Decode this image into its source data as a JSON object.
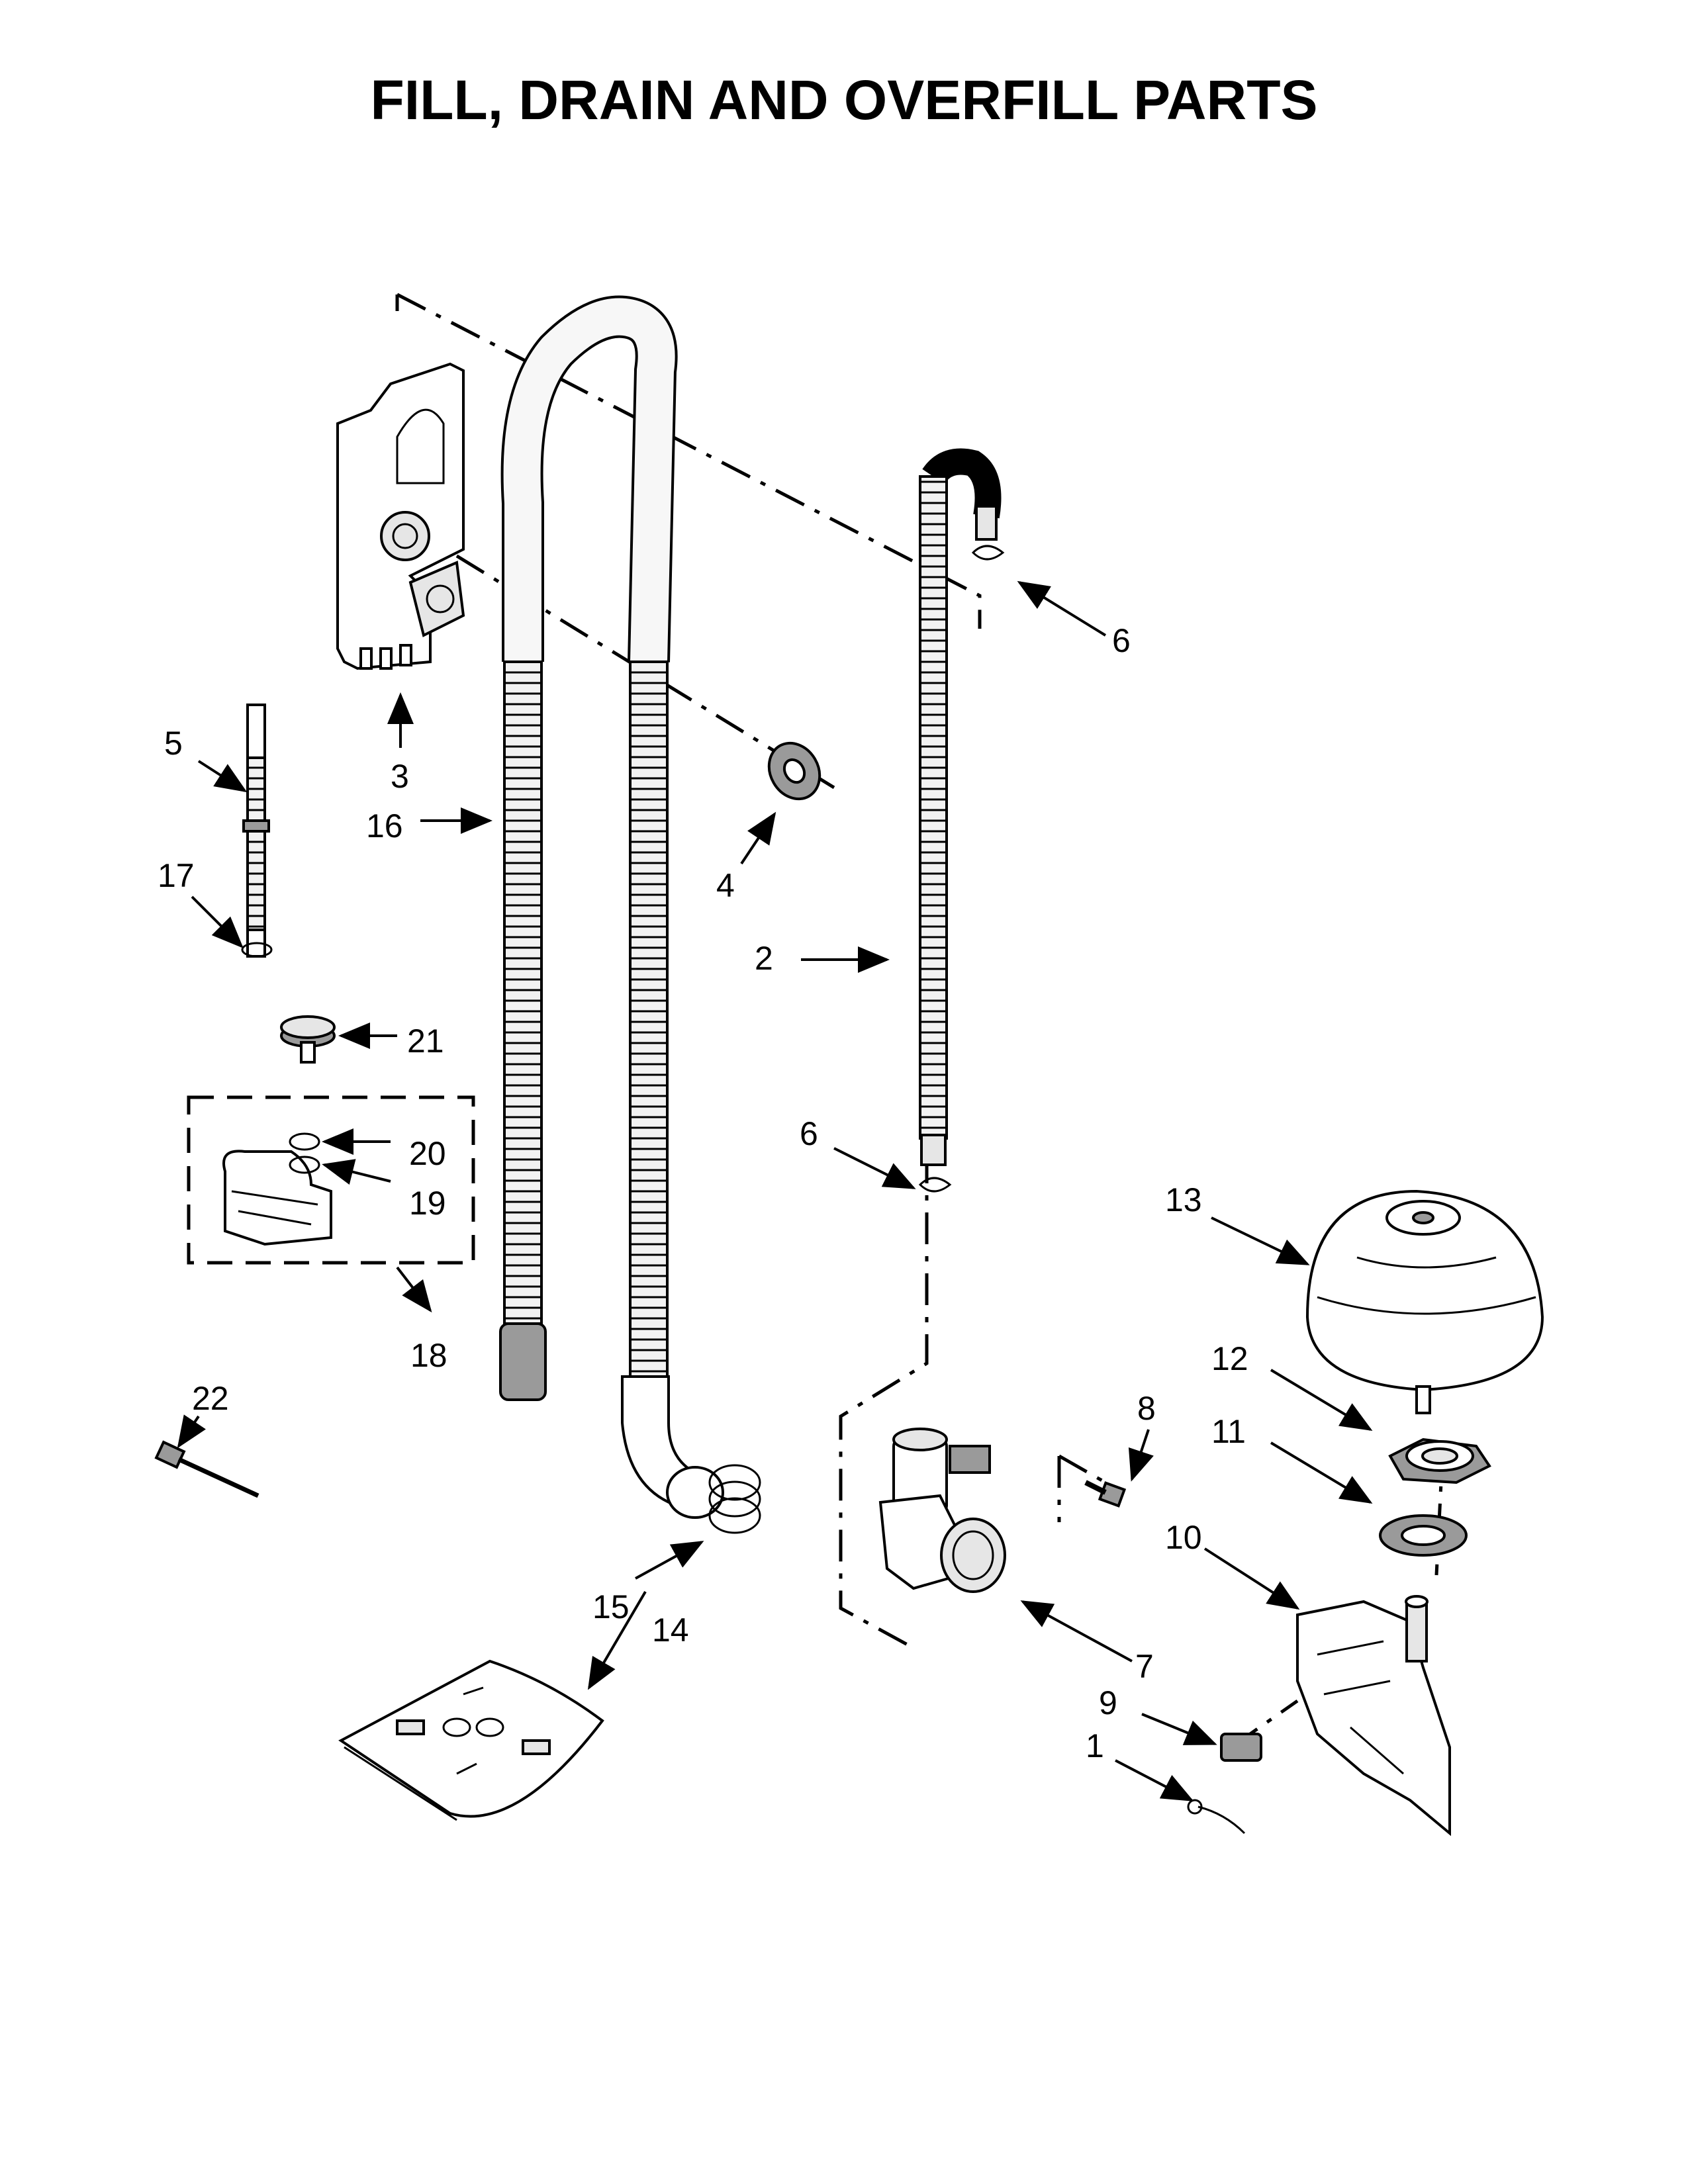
{
  "title": "FILL, DRAIN AND OVERFILL PARTS",
  "callouts": {
    "c1": "1",
    "c2": "2",
    "c3": "3",
    "c4": "4",
    "c5": "5",
    "c6a": "6",
    "c6b": "6",
    "c7": "7",
    "c8": "8",
    "c9": "9",
    "c10": "10",
    "c11": "11",
    "c12": "12",
    "c13": "13",
    "c14": "14",
    "c15": "15",
    "c16": "16",
    "c17": "17",
    "c18": "18",
    "c19": "19",
    "c20": "20",
    "c21": "21",
    "c22": "22"
  }
}
